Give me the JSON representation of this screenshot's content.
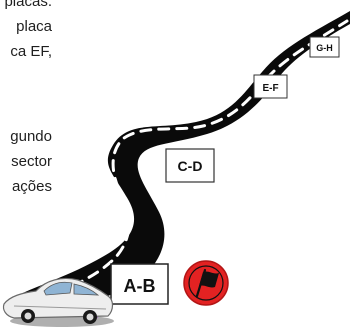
{
  "paragraph_fragments": [
    "placas.",
    "placa",
    "ca EF,",
    "gundo",
    "sector",
    "ações"
  ],
  "road_signs": [
    {
      "id": "ab",
      "label": "A-B"
    },
    {
      "id": "cd",
      "label": "C-D"
    },
    {
      "id": "ef",
      "label": "E-F"
    },
    {
      "id": "gh",
      "label": "G-H"
    }
  ],
  "finish_flag": {
    "icon": "red-flag-icon",
    "color": "#e32222"
  },
  "car": {
    "icon": "vintage-car-icon",
    "body_color": "#eeeeee",
    "fin_color": "#9a5ab8"
  },
  "road": {
    "color": "#0a0a0a",
    "lane_color": "#ffffff"
  }
}
